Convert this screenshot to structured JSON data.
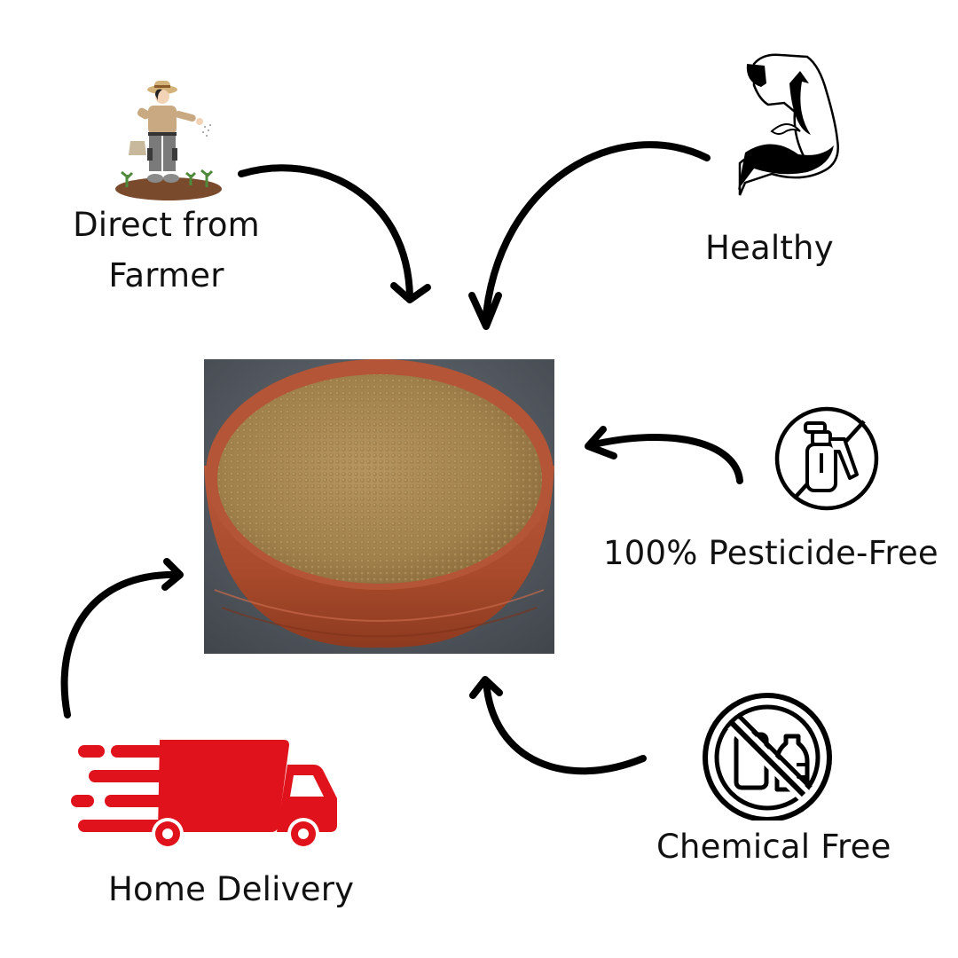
{
  "infographic": {
    "product_image": {
      "alt": "Clay bowl filled with millet grains"
    },
    "features": [
      {
        "id": "farmer",
        "label_line1": "Direct from",
        "label_line2": "Farmer",
        "icon": "farmer-sowing-icon"
      },
      {
        "id": "healthy",
        "label": "Healthy",
        "icon": "flexed-bicep-icon"
      },
      {
        "id": "pesticide",
        "label": "100% Pesticide-Free",
        "icon": "no-spray-bottle-icon"
      },
      {
        "id": "chemical",
        "label": "Chemical Free",
        "icon": "no-chemical-bottles-icon"
      },
      {
        "id": "delivery",
        "label": "Home Delivery",
        "icon": "delivery-truck-icon"
      }
    ],
    "colors": {
      "text": "#111111",
      "arrow": "#000000",
      "truck_red": "#e0121b",
      "bowl_clay": "#b4502f",
      "grain": "#a8874f",
      "background": "#ffffff"
    }
  }
}
